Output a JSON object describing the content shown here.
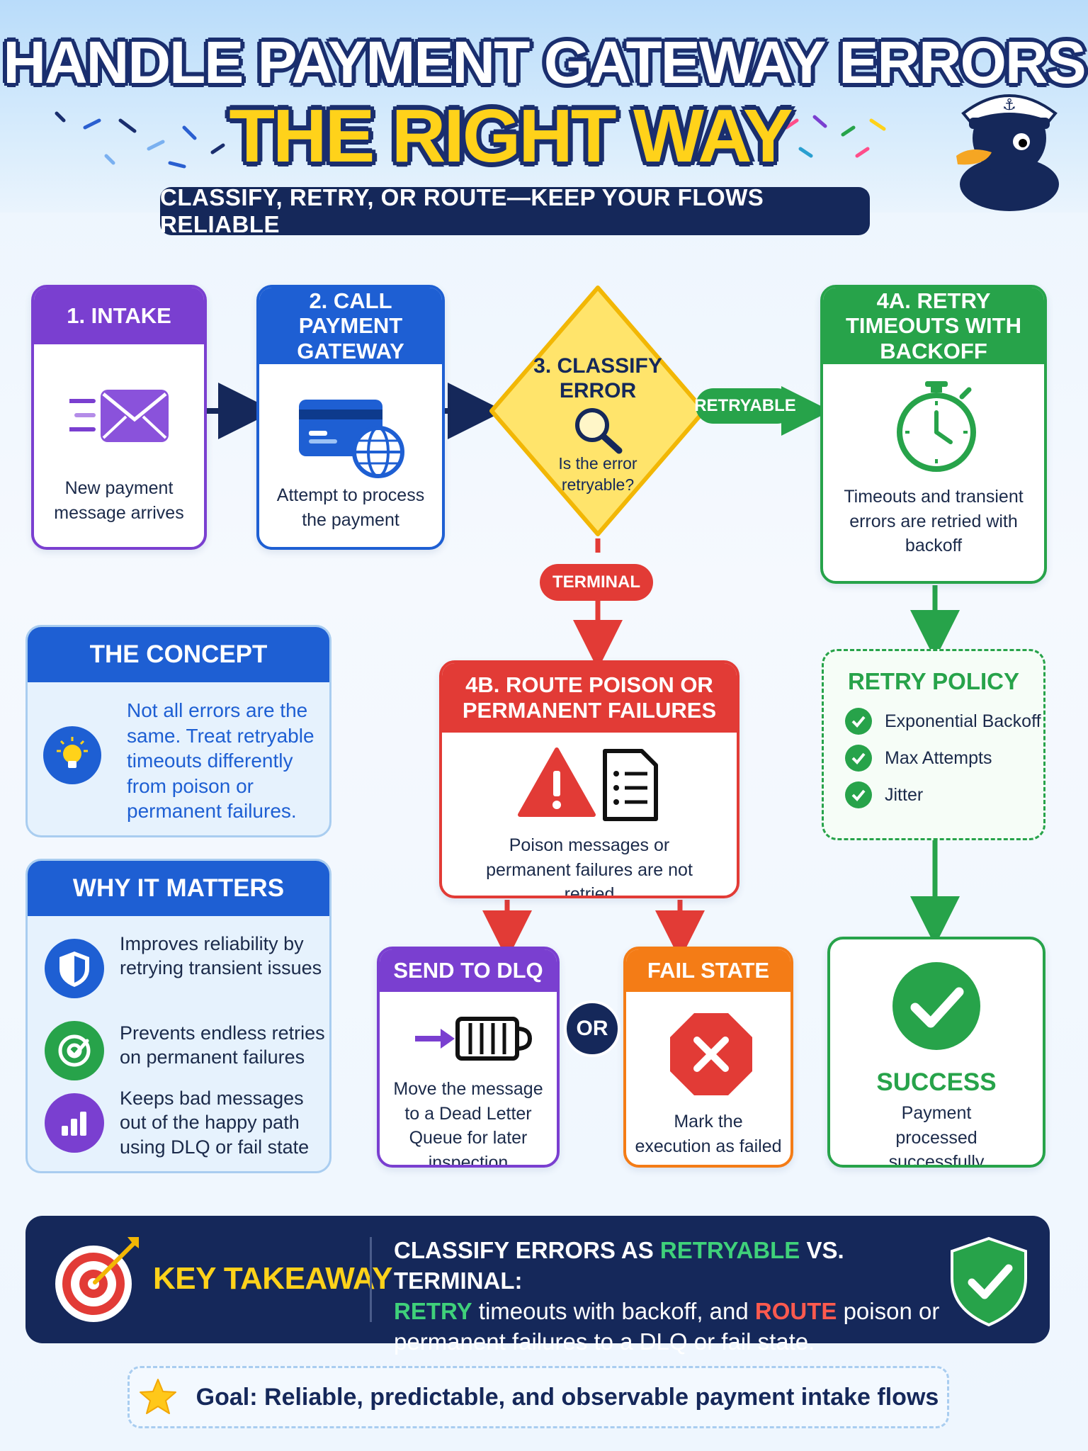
{
  "header": {
    "title_line1": "HANDLE PAYMENT GATEWAY ERRORS",
    "title_line2": "THE RIGHT WAY",
    "subtitle": "CLASSIFY, RETRY, OR ROUTE—KEEP YOUR FLOWS RELIABLE"
  },
  "steps": {
    "intake": {
      "title": "1. INTAKE",
      "text": "New payment message arrives"
    },
    "call_gateway": {
      "title": "2. CALL PAYMENT GATEWAY",
      "text": "Attempt to process the payment"
    },
    "classify": {
      "title": "3. CLASSIFY ERROR",
      "text": "Is the error retryable?"
    },
    "retry": {
      "title": "4A. RETRY TIMEOUTS WITH BACKOFF",
      "text": "Timeouts and transient errors are retried with backoff"
    },
    "route": {
      "title": "4B. ROUTE POISON OR PERMANENT FAILURES",
      "text": "Poison messages or permanent failures are not retried"
    },
    "dlq": {
      "title": "SEND TO DLQ",
      "text": "Move the message to a Dead Letter Queue for later inspection"
    },
    "fail": {
      "title": "FAIL STATE",
      "text": "Mark the execution as failed"
    },
    "success": {
      "title": "SUCCESS",
      "text": "Payment processed successfully"
    }
  },
  "edge_labels": {
    "retryable": "RETRYABLE",
    "terminal": "TERMINAL",
    "or": "OR"
  },
  "retry_policy": {
    "title": "RETRY POLICY",
    "items": [
      "Exponential Backoff",
      "Max Attempts",
      "Jitter"
    ]
  },
  "concept": {
    "title": "THE CONCEPT",
    "text": "Not all errors are the same. Treat retryable timeouts differently from poison or permanent failures."
  },
  "why": {
    "title": "WHY IT MATTERS",
    "items": [
      {
        "icon": "shield-icon",
        "text": "Improves reliability by retrying transient issues"
      },
      {
        "icon": "target-check-icon",
        "text": "Prevents endless retries on permanent failures"
      },
      {
        "icon": "bar-chart-icon",
        "text": "Keeps bad messages out of the happy path using DLQ or fail state"
      }
    ]
  },
  "takeaway": {
    "label": "KEY TAKEAWAY",
    "line1_a": "CLASSIFY ERRORS AS ",
    "line1_b": "RETRYABLE",
    "line1_c": " VS. TERMINAL:",
    "line2_a": "RETRY",
    "line2_b": " timeouts with backoff, and ",
    "line2_c": "ROUTE",
    "line2_d": " poison or",
    "line3": "permanent failures to a DLQ or fail state."
  },
  "goal": {
    "text": "Goal: Reliable, predictable, and observable payment intake flows"
  },
  "colors": {
    "navy": "#15285a",
    "purple": "#7a3fd0",
    "blue": "#1e5fd3",
    "yellow": "#ffd21a",
    "green": "#27a34a",
    "red": "#e23b36",
    "orange": "#f47c16"
  }
}
